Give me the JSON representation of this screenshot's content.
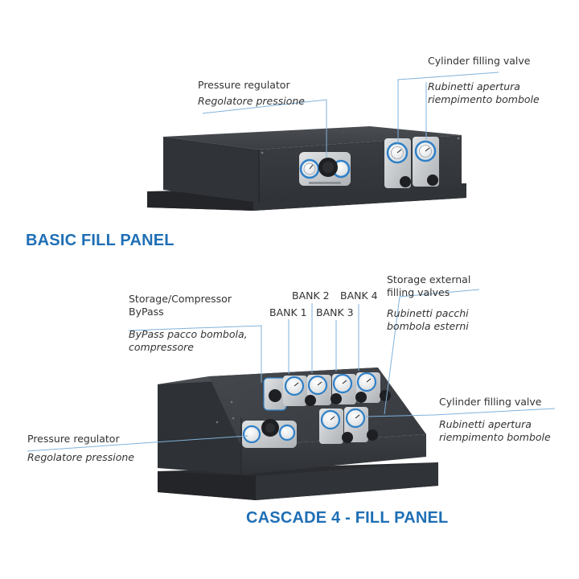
{
  "basic": {
    "title": "BASIC FILL PANEL",
    "pressure_regulator": {
      "en": "Pressure regulator",
      "it": "Regolatore pressione"
    },
    "cylinder_valve": {
      "en": "Cylinder filling valve",
      "it_1": "Rubinetti apertura",
      "it_2": "riempimento bombole"
    }
  },
  "cascade": {
    "title": "CASCADE 4 - FILL PANEL",
    "bypass": {
      "en_1": "Storage/Compressor",
      "en_2": "ByPass",
      "it_1": "ByPass pacco bombola,",
      "it_2": "compressore"
    },
    "banks": [
      "BANK 1",
      "BANK 2",
      "BANK 3",
      "BANK 4"
    ],
    "storage_external": {
      "en_1": "Storage external",
      "en_2": "filling valves",
      "it_1": "Rubinetti pacchi",
      "it_2": "bombola esterni"
    },
    "cylinder_valve": {
      "en": "Cylinder filling valve",
      "it_1": "Rubinetti apertura",
      "it_2": "riempimento bombole"
    },
    "pressure_regulator": {
      "en": "Pressure regulator",
      "it": "Regolatore pressione"
    }
  },
  "colors": {
    "accent": "#1f6fb5",
    "leader": "#7fb2dc",
    "panel": "#3a3d42",
    "panel_dark": "#2b2d31",
    "steel": "#c9ccd0"
  }
}
